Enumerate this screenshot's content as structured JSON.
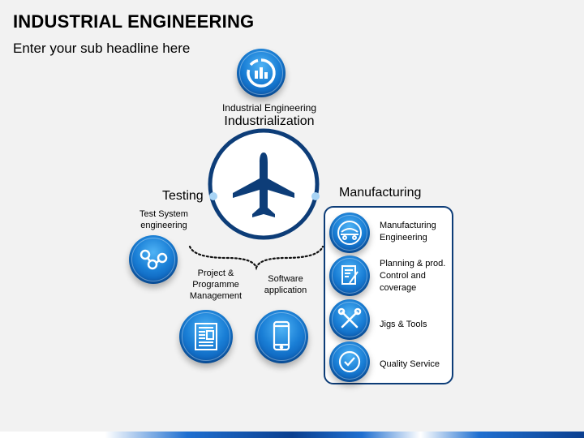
{
  "header": {
    "title": "INDUSTRIAL ENGINEERING",
    "subtitle": "Enter your sub headline here"
  },
  "top": {
    "label": "Industrial Engineering",
    "center_title": "Industrialization"
  },
  "testing": {
    "heading": "Testing",
    "items": [
      {
        "label": "Test System\nengineering",
        "icon": "network-nodes-icon"
      },
      {
        "label": "Project &\nProgramme\nManagement",
        "icon": "document-layout-icon"
      },
      {
        "label": "Software\napplication",
        "icon": "smartphone-icon"
      }
    ]
  },
  "manufacturing": {
    "heading": "Manufacturing",
    "items": [
      {
        "label": "Manufacturing\nEngineering",
        "icon": "car-icon"
      },
      {
        "label": "Planning & prod.\nControl  and\ncoverage",
        "icon": "clipboard-pen-icon"
      },
      {
        "label": "Jigs & Tools",
        "icon": "wrench-screwdriver-icon"
      },
      {
        "label": "Quality Service",
        "icon": "check-badge-icon"
      }
    ]
  },
  "colors": {
    "primary": "#0d3d78",
    "accent": "#1a7fd6",
    "dot": "#a8d4f5"
  }
}
